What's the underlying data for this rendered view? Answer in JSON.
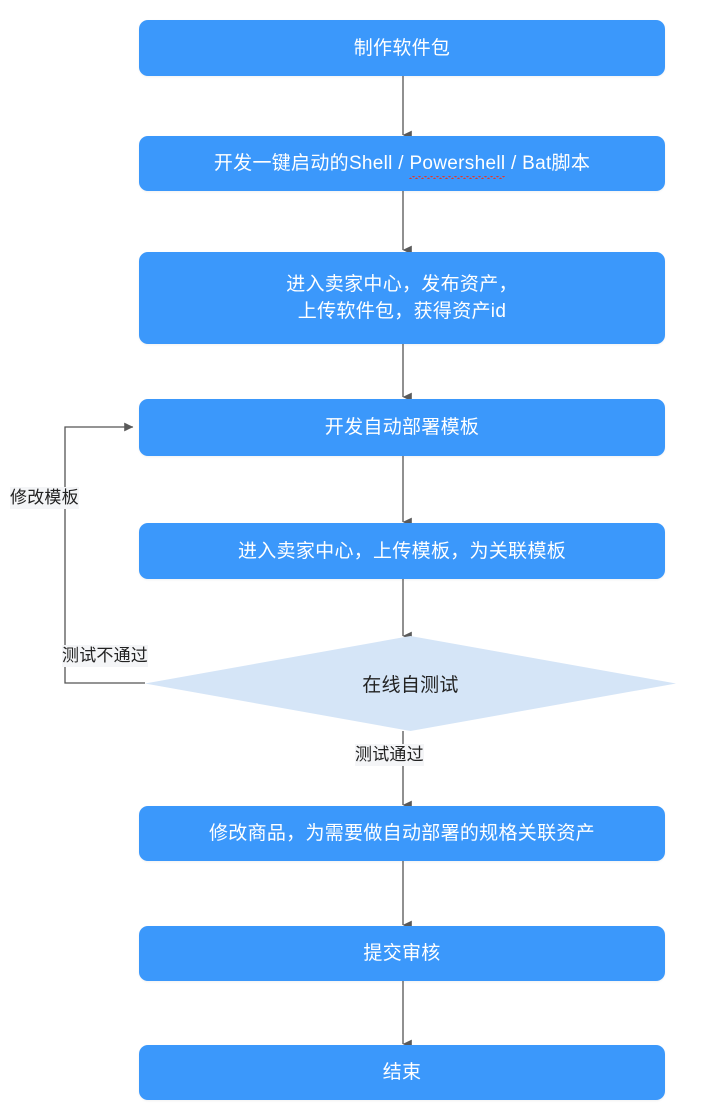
{
  "diagram": {
    "type": "flowchart",
    "orientation": "top-to-bottom",
    "background_color": "#ffffff",
    "process_fill": "#3b98fb",
    "process_text_color": "#ffffff",
    "decision_fill": "#d5e5f7",
    "decision_text_color": "#222222",
    "connector_color": "#555555"
  },
  "nodes": {
    "n1": {
      "label": "制作软件包",
      "shape": "process"
    },
    "n2": {
      "label_before": "开发一键启动的Shell / ",
      "label_spellchecked": "Powershell",
      "label_after": " / Bat脚本",
      "shape": "process"
    },
    "n3": {
      "label": "进入卖家中心，发布资产，\n上传软件包，获得资产id",
      "shape": "process"
    },
    "n4": {
      "label": "开发自动部署模板",
      "shape": "process"
    },
    "n5": {
      "label": "进入卖家中心，上传模板，为关联模板",
      "shape": "process"
    },
    "n6": {
      "label": "在线自测试",
      "shape": "decision"
    },
    "n7": {
      "label": "修改商品，为需要做自动部署的规格关联资产",
      "shape": "process"
    },
    "n8": {
      "label": "提交审核",
      "shape": "process"
    },
    "n9": {
      "label": "结束",
      "shape": "process"
    }
  },
  "edge_labels": {
    "modify_template": "修改模板",
    "test_failed": "测试不通过",
    "test_passed": "测试通过"
  }
}
